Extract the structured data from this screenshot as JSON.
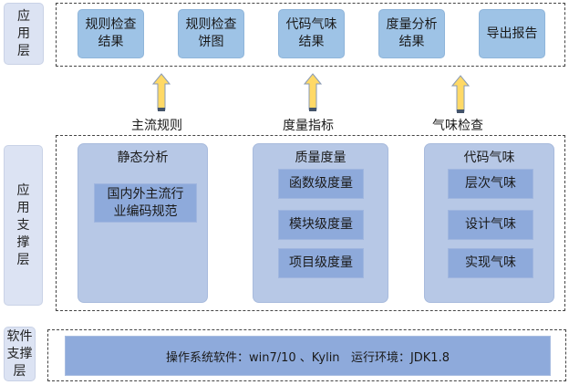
{
  "layers": {
    "application": {
      "label_lines": [
        "应",
        "用",
        "层"
      ],
      "modules": [
        {
          "line1": "规则检查",
          "line2": "结果"
        },
        {
          "line1": "规则检查",
          "line2": "饼图"
        },
        {
          "line1": "代码气味",
          "line2": "结果"
        },
        {
          "line1": "度量分析",
          "line2": "结果"
        },
        {
          "line1": "导出报告",
          "line2": ""
        }
      ]
    },
    "arrows": [
      {
        "label": "主流规则"
      },
      {
        "label": "度量指标"
      },
      {
        "label": "气味检查"
      }
    ],
    "support": {
      "label_lines": [
        "应",
        "用",
        "支",
        "撑",
        "层"
      ],
      "groups": [
        {
          "title": "静态分析",
          "items": [
            {
              "line1": "国内外主流行",
              "line2": "业编码规范"
            }
          ]
        },
        {
          "title": "质量度量",
          "items": [
            {
              "line1": "函数级度量"
            },
            {
              "line1": "模块级度量"
            },
            {
              "line1": "项目级度量"
            }
          ]
        },
        {
          "title": "代码气味",
          "items": [
            {
              "line1": "层次气味"
            },
            {
              "line1": "设计气味"
            },
            {
              "line1": "实现气味"
            }
          ]
        }
      ]
    },
    "software": {
      "label_lines": [
        "软件",
        "支撑",
        "层"
      ],
      "content": "操作系统软件：win7/10 、Kylin   运行环境：JDK1.8"
    }
  },
  "colors": {
    "layer_label_bg": "#dce3f3",
    "top_module_bg": "#9ec3e6",
    "group_bg": "#b7c8e6",
    "item_bg": "#8eaadb",
    "arrow_fill": "#ffd966",
    "arrow_base": "#44546a"
  }
}
